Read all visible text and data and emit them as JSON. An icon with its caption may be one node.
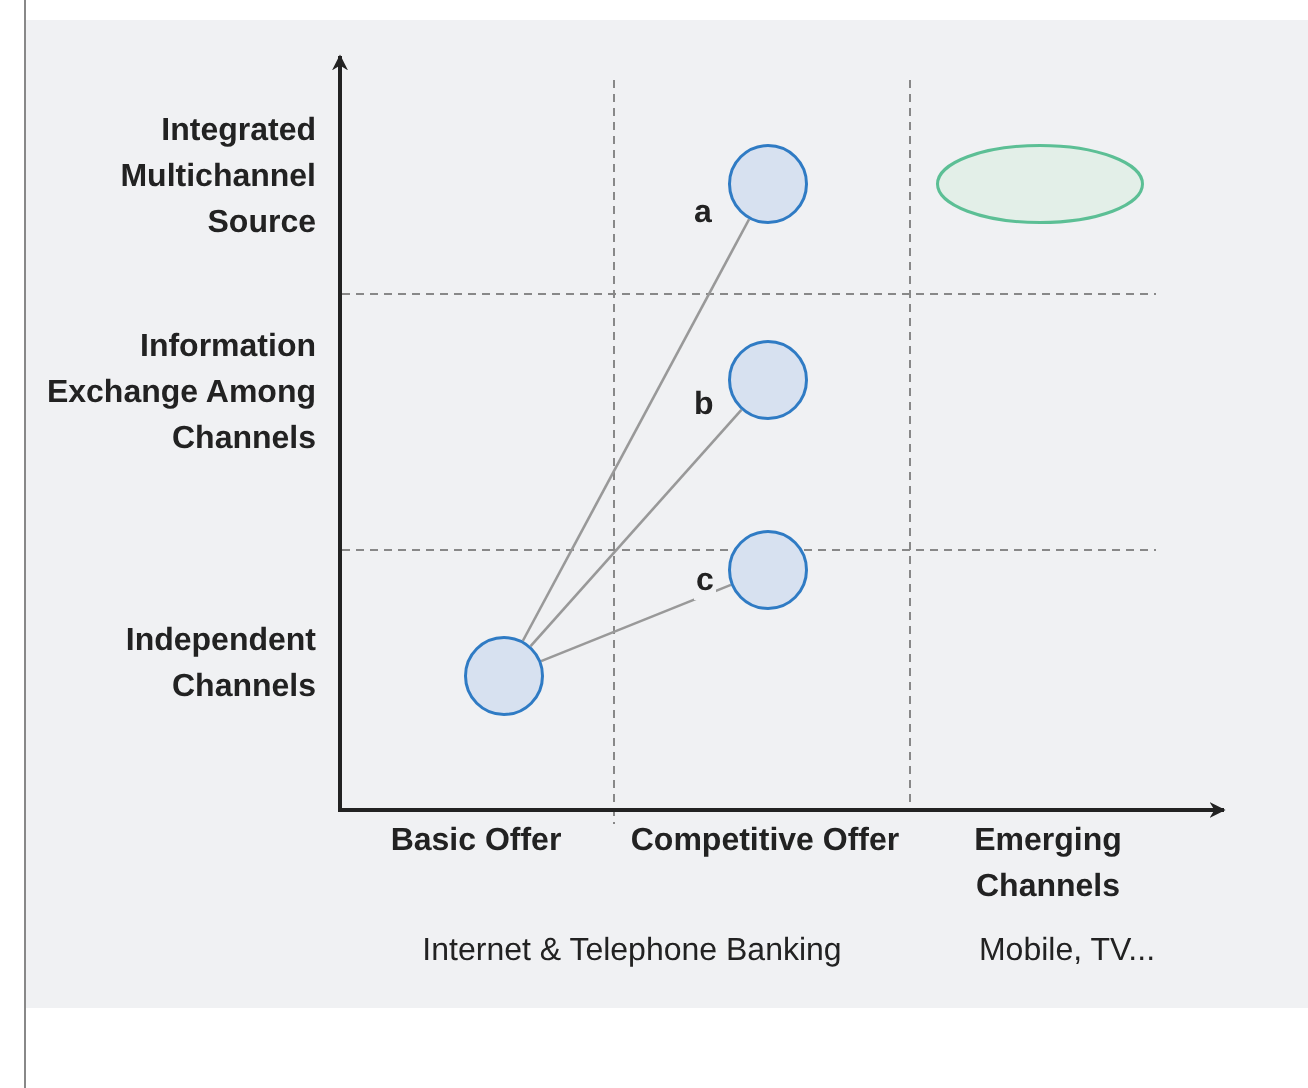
{
  "diagram": {
    "nodes": [
      {
        "text": [],
        "shape": "circle"
      },
      {
        "text": [],
        "shape": "ellipse"
      },
      {
        "text": [],
        "shape": "circle"
      },
      {
        "text": [],
        "shape": "circle"
      },
      {
        "text": [],
        "shape": "circle"
      }
    ],
    "edges": [
      {
        "from": 4,
        "to": 0,
        "arrow": "none",
        "label": "a"
      },
      {
        "from": 4,
        "to": 2,
        "arrow": "none",
        "label": "b"
      },
      {
        "from": 4,
        "to": 3,
        "arrow": "none",
        "label": "c"
      }
    ],
    "labels": [
      "Integrated Multichannel Source",
      "Information Exchange Among Channels",
      "Independent Channels",
      "Basic Offer",
      "Competitive Offer",
      "Emerging Channels",
      "Internet & Telephone Banking",
      "Mobile, TV..."
    ]
  }
}
